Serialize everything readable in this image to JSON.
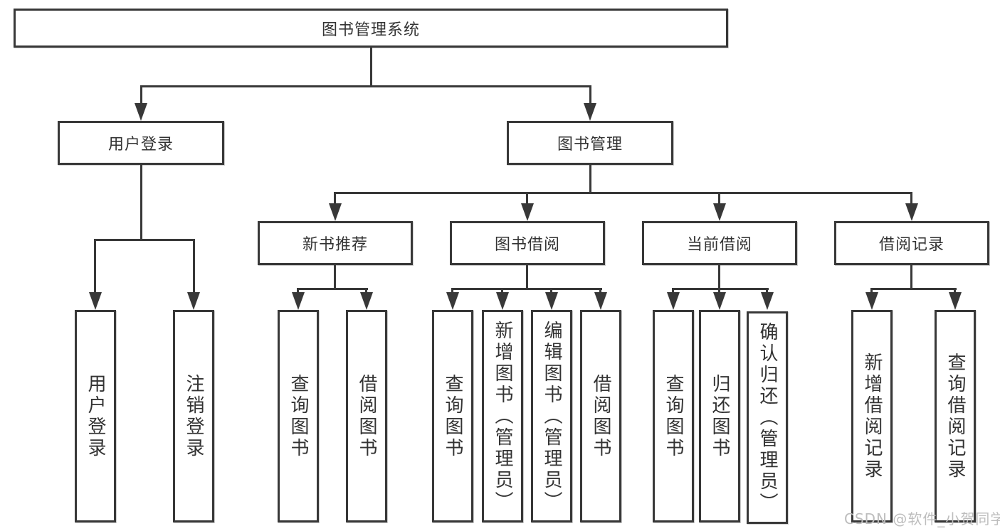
{
  "diagram_title": "图书管理系统",
  "nodes": {
    "root": "图书管理系统",
    "user_login": "用户登录",
    "book_management": "图书管理",
    "new_book_recommend": "新书推荐",
    "book_borrowing": "图书借阅",
    "current_borrowing": "当前借阅",
    "borrowing_records": "借阅记录",
    "leaf_user_login": "用户登录",
    "leaf_logout": "注销登录",
    "leaf_recommend_query_books": "查询图书",
    "leaf_recommend_borrow_books": "借阅图书",
    "leaf_borrowing_query_books": "查询图书",
    "leaf_borrowing_add_books": "新增图书（管理员）",
    "leaf_borrowing_edit_books": "编辑图书（管理员）",
    "leaf_borrowing_borrow_books": "借阅图书",
    "leaf_current_query_books": "查询图书",
    "leaf_current_return_books": "归还图书",
    "leaf_current_confirm_return": "确认归还（管理员）",
    "leaf_records_add_record": "新增借阅记录",
    "leaf_records_query_record": "查询借阅记录"
  },
  "watermark": "CSDN @软件_小贺同学",
  "colors": {
    "line": "#383838",
    "text": "#333333",
    "watermark": "#bdbdbd",
    "background": "#ffffff"
  }
}
